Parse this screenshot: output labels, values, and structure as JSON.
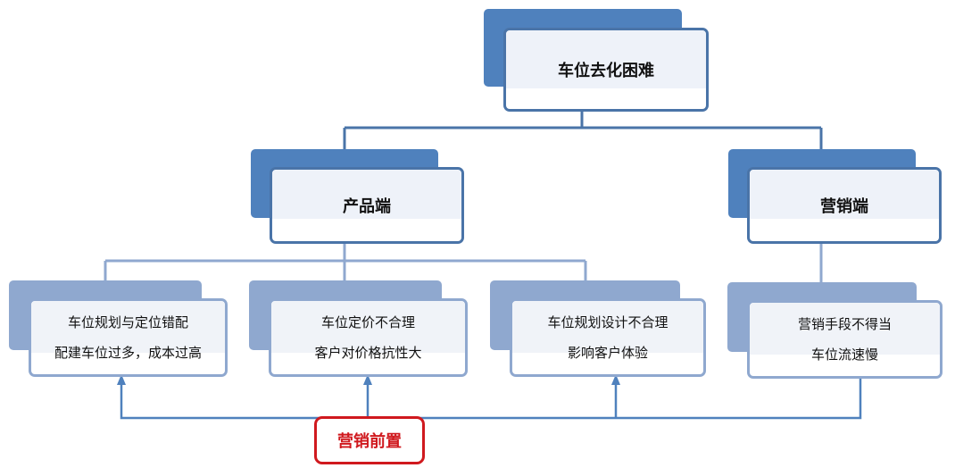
{
  "root": {
    "label": "车位去化困难"
  },
  "branches": [
    {
      "label": "产品端",
      "children": [
        {
          "line1": "车位规划与定位错配",
          "line2": "配建车位过多，成本过高"
        },
        {
          "line1": "车位定价不合理",
          "line2": "客户对价格抗性大"
        },
        {
          "line1": "车位规划设计不合理",
          "line2": "影响客户体验"
        }
      ]
    },
    {
      "label": "营销端",
      "children": [
        {
          "line1": "营销手段不得当",
          "line2": "车位流速慢"
        }
      ]
    }
  ],
  "solution": {
    "label": "营销前置"
  },
  "colors": {
    "primary": "#4f81bd",
    "primary_border": "#4a74a8",
    "secondary": "#8fa8cf",
    "accent_red": "#d0191e"
  }
}
